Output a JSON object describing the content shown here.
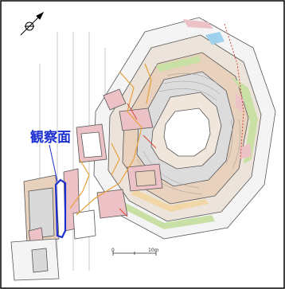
{
  "map": {
    "observation_label": "観察面",
    "scale": {
      "start_label": "0",
      "end_label": "10m"
    },
    "north_arrow": "north-arrow-icon",
    "colors": {
      "highlight": "#1c2fd0",
      "orange_line": "#e8a03a",
      "red_line": "#d6453b",
      "tan": "#e8d2bd",
      "pink": "#ecc2c6",
      "green": "#c9e0a5",
      "blue_patch": "#9fd0ec",
      "grey": "#d9d9d9"
    }
  }
}
